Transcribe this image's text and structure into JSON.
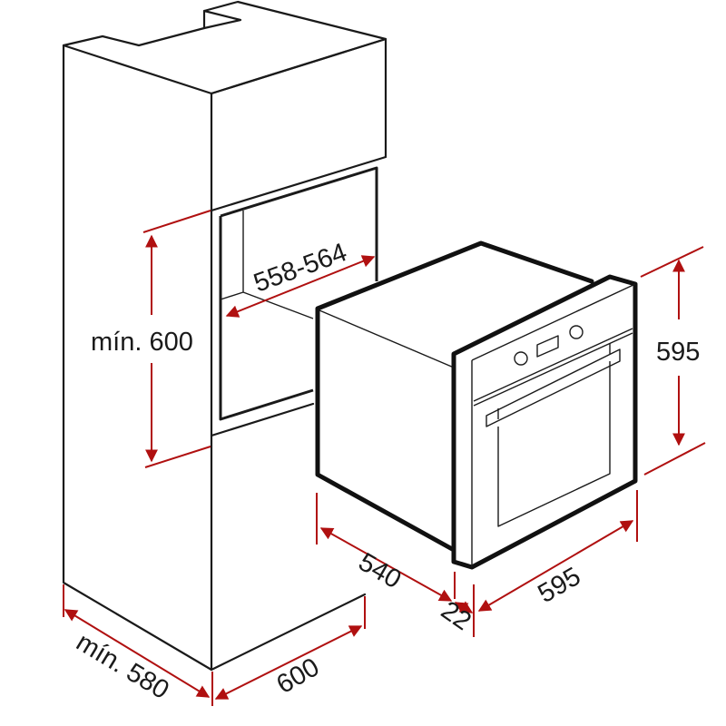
{
  "diagram": {
    "title": "Built-in oven installation dimensions (mm)",
    "colors": {
      "outline": "#1a1a1a",
      "dimension": "#b01010",
      "background": "#ffffff"
    },
    "cabinet": {
      "niche_width_label": "558-564",
      "niche_height_label": "mín. 600",
      "depth_label": "mín. 580",
      "width_label": "600"
    },
    "oven": {
      "height_label": "595",
      "width_label": "595",
      "depth_label": "540",
      "front_panel_label": "22",
      "control_panel": {
        "knobs": 2,
        "display": 1
      }
    }
  }
}
